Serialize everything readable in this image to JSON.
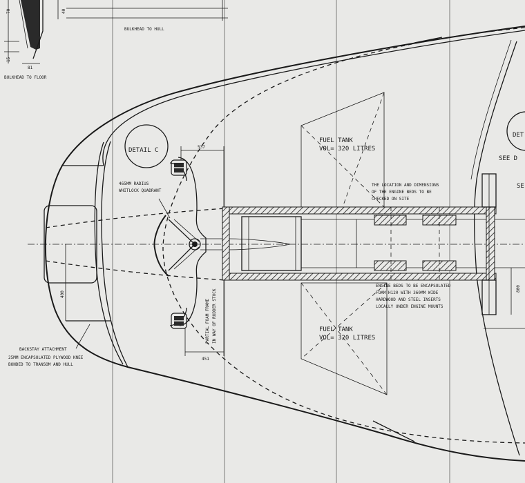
{
  "colors": {
    "paper": "#e9e9e7",
    "ink": "#1a1a1a",
    "fold": "#7a7a7a"
  },
  "top_detail": {
    "bulkhead_to_hull": "BULKHEAD TO HULL",
    "bulkhead_to_floor": "BULKHEAD TO FLOOR",
    "dims": [
      "70",
      "15",
      "81",
      "40"
    ]
  },
  "details": {
    "detail_c": "DETAIL C",
    "detail_right": "DET",
    "see_right": "SEE D",
    "se_right": "SE"
  },
  "labels": {
    "quadrant": [
      "465MM RADIUS",
      "WHITLOCK QUADRANT"
    ],
    "foam_frame": [
      "PARTIAL FOAM FRAME",
      "IN WAY OF RUDDER STOCK"
    ],
    "backstay": [
      "BACKSTAY ATTACHMENT",
      "25MM ENCAPSULATED PLYWOOD KNEE",
      "BONDED TO TRANSOM AND HULL"
    ],
    "fuel_tank_top": [
      "FUEL TANK",
      "VOL= 320 LITRES"
    ],
    "fuel_tank_bottom": [
      "FUEL TANK",
      "VOL= 320 LITRES"
    ],
    "engine_location": [
      "THE LOCATION AND DIMENSIONS",
      "OF THE ENGINE BEDS TO BE",
      "CHECKED ON SITE"
    ],
    "engine_beds": [
      "ENGINE BEDS TO BE ENCAPSULATED",
      "FOAM H120 WITH 360MM WIDE",
      "HARDWOOD AND STEEL INSERTS",
      "LOCALLY UNDER ENGINE MOUNTS"
    ]
  },
  "dimensions": {
    "top": "537",
    "bottom": "451",
    "left": "400",
    "right": "800"
  }
}
